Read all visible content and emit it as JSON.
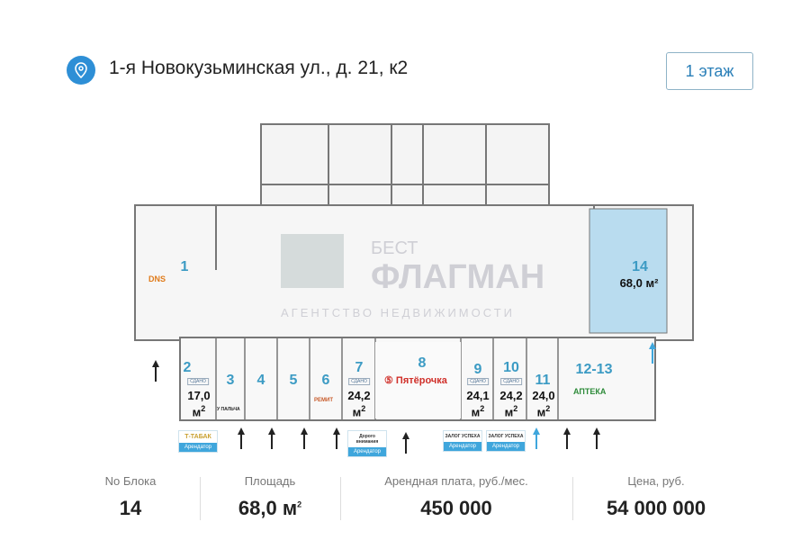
{
  "header": {
    "address": "1-я Новокузьминская ул., д. 21, к2",
    "icon": "location-pin-icon",
    "floor_button": "1 этаж"
  },
  "watermark": {
    "line1": "БЕСТ",
    "line2": "ФЛАГМАН",
    "line3": "АГЕНТСТВО НЕДВИЖИМОСТИ"
  },
  "plan": {
    "highlight_color": "#b9dcef",
    "units": [
      {
        "n": "1"
      },
      {
        "n": "2"
      },
      {
        "n": "3"
      },
      {
        "n": "4"
      },
      {
        "n": "5"
      },
      {
        "n": "6"
      },
      {
        "n": "7"
      },
      {
        "n": "8"
      },
      {
        "n": "9"
      },
      {
        "n": "10"
      },
      {
        "n": "11"
      },
      {
        "n": "12-13"
      },
      {
        "n": "14"
      }
    ],
    "areas": {
      "u2": "17,0",
      "u7": "24,2",
      "u9": "24,1",
      "u10": "24,2",
      "u11": "24,0",
      "u14": "68,0 м²",
      "unit": "м"
    },
    "sold_label": "СДАНО",
    "brands": {
      "dns": "DNS",
      "u3": "У ПАЛЬЧА",
      "u6": "РЕМИТ",
      "u8": "Пятёрочка",
      "u12": "АПТЕКА"
    },
    "badges": [
      {
        "name": "Т-ТАБАК",
        "role": "Арендатор"
      },
      {
        "name": "Дорого внимания",
        "role": "Арендатор"
      },
      {
        "name": "ЗАЛОГ УСПЕХА",
        "role": "Арендатор"
      },
      {
        "name": "ЗАЛОГ УСПЕХА",
        "role": "Арендатор"
      }
    ]
  },
  "summary": [
    {
      "label": "No Блока",
      "value": "14"
    },
    {
      "label": "Площадь",
      "value": "68,0 м",
      "sup": "2"
    },
    {
      "label": "Арендная плата, руб./мес.",
      "value": "450 000"
    },
    {
      "label": "Цена, руб.",
      "value": "54 000 000"
    }
  ]
}
